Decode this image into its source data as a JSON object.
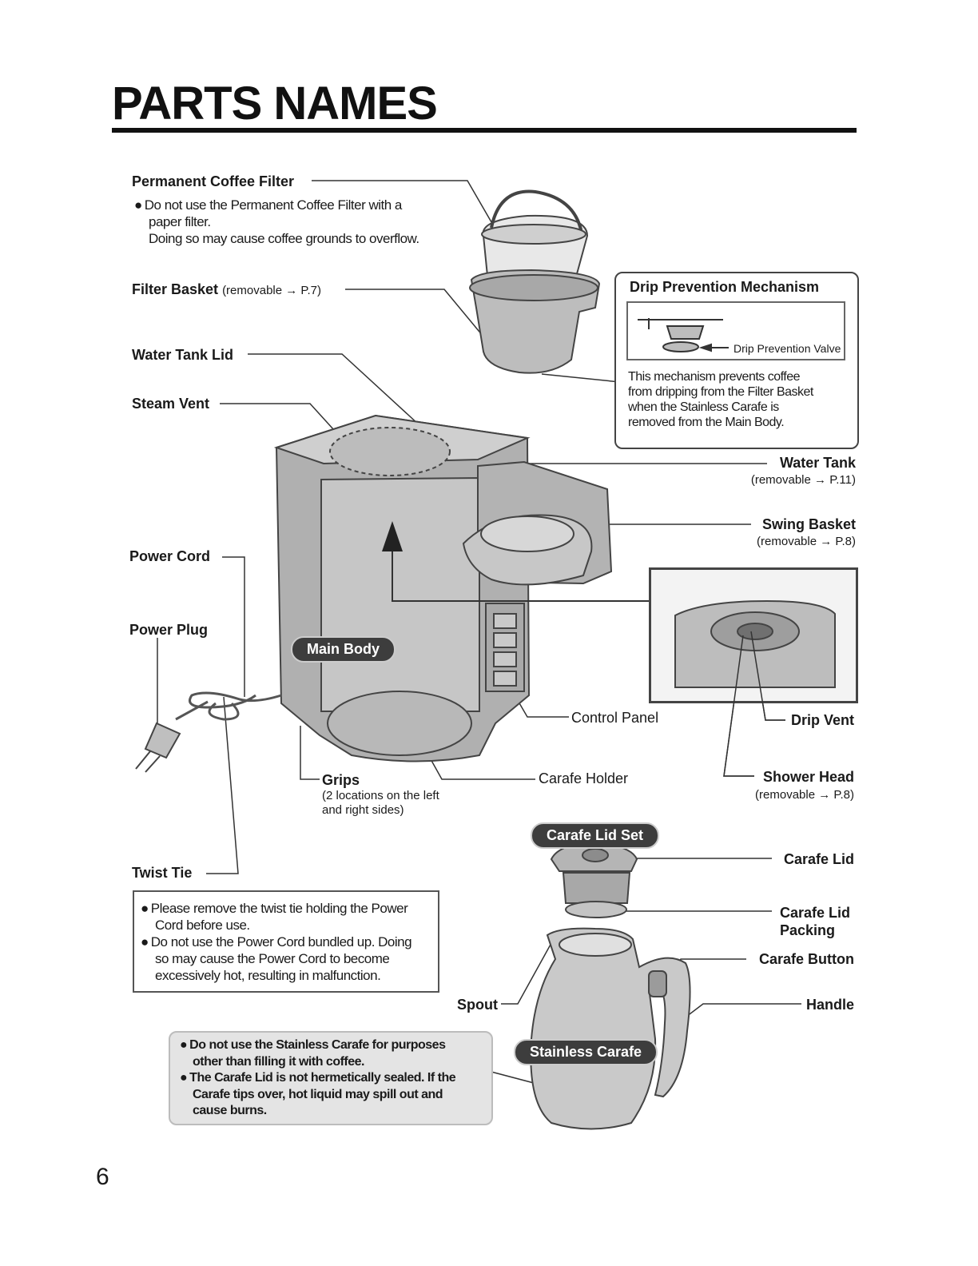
{
  "page": {
    "title": "PARTS NAMES",
    "page_number": "6"
  },
  "labels": {
    "permanent_filter": "Permanent Coffee Filter",
    "permanent_filter_note": [
      "Do not use the Permanent Coffee Filter with a",
      "paper filter.",
      "Doing so may cause coffee grounds to overflow."
    ],
    "filter_basket": "Filter Basket",
    "filter_basket_ref": "(removable → P.7)",
    "water_tank_lid": "Water Tank Lid",
    "steam_vent": "Steam Vent",
    "power_cord": "Power Cord",
    "power_plug": "Power Plug",
    "main_body": "Main Body",
    "grips": "Grips",
    "grips_note": [
      "(2 locations on the left",
      "and right sides)"
    ],
    "twist_tie": "Twist Tie",
    "control_panel": "Control Panel",
    "carafe_holder": "Carafe Holder",
    "water_tank": "Water Tank",
    "water_tank_ref": "(removable → P.11)",
    "swing_basket": "Swing Basket",
    "swing_basket_ref": "(removable → P.8)",
    "drip_vent": "Drip Vent",
    "shower_head": "Shower Head",
    "shower_head_ref": "(removable → P.8)",
    "carafe_lid_set": "Carafe Lid Set",
    "carafe_lid": "Carafe Lid",
    "carafe_lid_packing": [
      "Carafe Lid",
      "Packing"
    ],
    "carafe_button": "Carafe Button",
    "handle": "Handle",
    "spout": "Spout",
    "stainless_carafe": "Stainless Carafe"
  },
  "drip_box": {
    "title": "Drip Prevention Mechanism",
    "valve_label": "Drip Prevention Valve",
    "text": [
      "This mechanism prevents coffee",
      "from dripping from the Filter Basket",
      "when the Stainless Carafe is",
      "removed from the Main Body."
    ]
  },
  "cord_notes": [
    [
      "Please remove the twist tie holding the Power",
      "Cord before use."
    ],
    [
      "Do not use the Power Cord bundled up. Doing",
      "so may cause the Power Cord to become",
      "excessively hot, resulting in malfunction."
    ]
  ],
  "carafe_notes": [
    [
      "Do not use the Stainless Carafe for purposes",
      "other than filling it with coffee."
    ],
    [
      "The Carafe Lid is not hermetically sealed. If the",
      "Carafe tips over, hot liquid may spill out and",
      "cause burns."
    ]
  ]
}
